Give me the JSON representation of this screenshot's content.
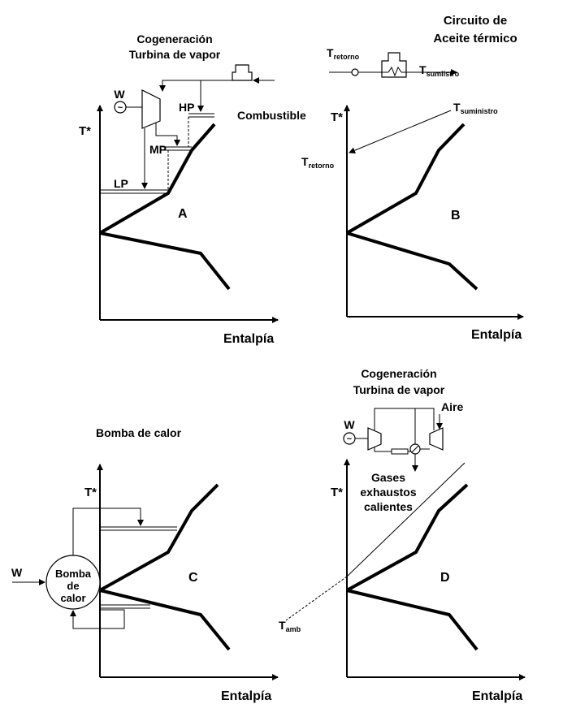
{
  "axis_labels": {
    "y": "T*",
    "x": "Entalpía"
  },
  "panel_a": {
    "letter": "A",
    "title_line1": "Cogeneración",
    "title_line2": "Turbina de vapor",
    "w_label": "W",
    "generator_symbol": "~",
    "hp": "HP",
    "mp": "MP",
    "lp": "LP",
    "fuel": "Combustible"
  },
  "panel_b": {
    "letter": "B",
    "title_line1": "Circuito de",
    "title_line2": "Aceite térmico",
    "t_return_top": "T",
    "t_return_top_sub": "retorno",
    "t_supply_top": "T",
    "t_supply_top_sub": "sumiistro",
    "t_supply_right": "T",
    "t_supply_right_sub": "suministro",
    "t_return_left": "T",
    "t_return_left_sub": "retorno"
  },
  "panel_c": {
    "letter": "C",
    "title": "Bomba de calor",
    "w_label": "W",
    "pump_line1": "Bomba",
    "pump_line2": "de",
    "pump_line3": "calor"
  },
  "panel_d": {
    "letter": "D",
    "title_line1": "Cogeneración",
    "title_line2": "Turbina de vapor",
    "w_label": "W",
    "generator_symbol": "~",
    "air": "Aire",
    "gases_line1": "Gases",
    "gases_line2": "exhaustos",
    "gases_line3": "calientes",
    "t_amb": "T",
    "t_amb_sub": "amb"
  }
}
